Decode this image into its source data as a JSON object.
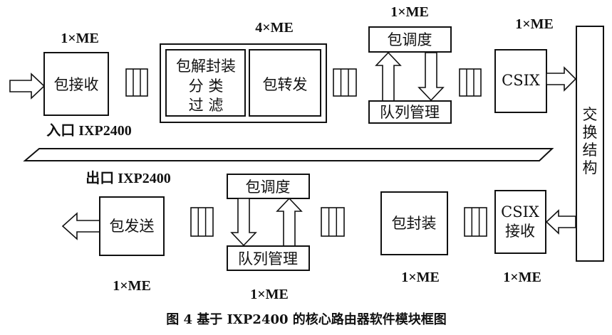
{
  "diagram": {
    "caption": "图 4  基于 IXP2400 的核心路由器软件模块框图",
    "ingress_label": "入口  IXP2400",
    "egress_label": "出口  IXP2400",
    "me_labels": {
      "packet_receive": "1×ME",
      "classify_forward": "4×ME",
      "ingress_scheduler": "1×ME",
      "csix_tx": "1×ME",
      "packet_send": "1×ME",
      "egress_queue": "1×ME",
      "packet_encap": "1×ME",
      "csix_rx": "1×ME"
    },
    "blocks": {
      "packet_receive": "包接收",
      "decap_line1": "包解封装",
      "decap_line2": "分    类",
      "decap_line3": "过    滤",
      "packet_forward": "包转发",
      "ingress_scheduler": "包调度",
      "ingress_queue_mgmt": "队列管理",
      "csix_tx": "CSIX",
      "switch_fabric": [
        "交",
        "换",
        "结",
        "构"
      ],
      "csix_rx_line1": "CSIX",
      "csix_rx_line2": "接收",
      "packet_encap": "包封装",
      "egress_scheduler": "包调度",
      "egress_queue_mgmt": "队列管理",
      "packet_send": "包发送"
    }
  }
}
